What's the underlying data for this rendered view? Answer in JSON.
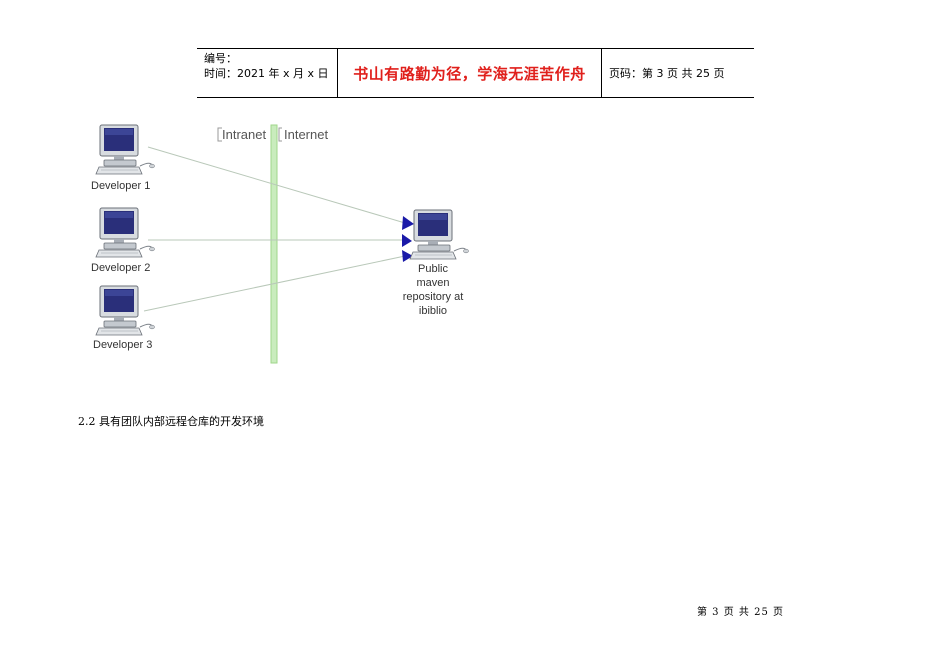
{
  "header": {
    "number_label": "编号：",
    "time_label": "时间：2021 年 x 月 x 日",
    "motto": "书山有路勤为径，学海无涯苦作舟",
    "page_label": "页码：第 3 页  共 25 页"
  },
  "diagram": {
    "intranet_label": "Intranet",
    "internet_label": "Internet",
    "developers": [
      "Developer 1",
      "Developer 2",
      "Developer 3"
    ],
    "repository_lines": [
      "Public",
      "maven",
      "repository at",
      "ibiblio"
    ],
    "colors": {
      "boundary": "#9fd68a",
      "arrow": "#1a1aa8",
      "line": "#b9c8b9"
    }
  },
  "section": {
    "heading": "2.2 具有团队内部远程仓库的开发环境"
  },
  "footer": {
    "page_text": "第 3 页 共 25 页"
  }
}
